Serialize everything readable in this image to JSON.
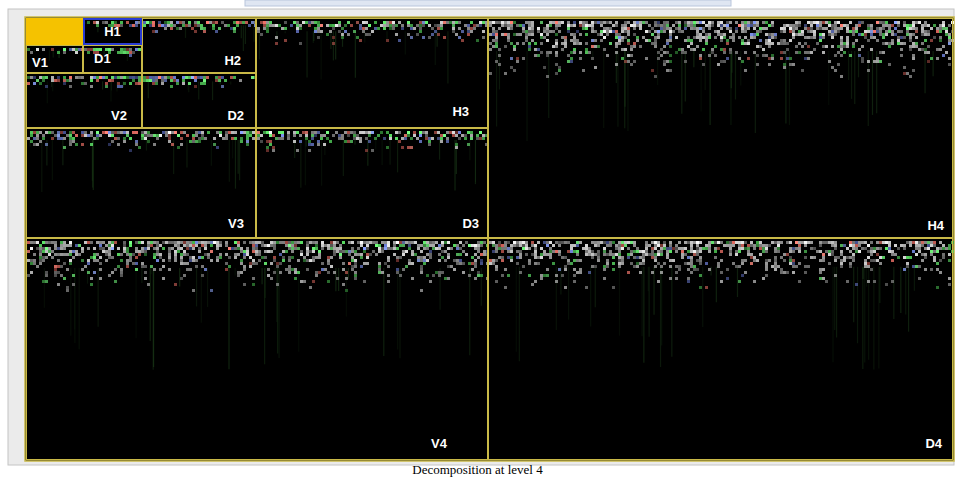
{
  "diagram": {
    "caption": "Decomposition at level 4",
    "nodes": [
      {
        "text": [
          "H1"
        ]
      },
      {
        "text": [
          "V1"
        ]
      },
      {
        "text": [
          "D1"
        ]
      },
      {
        "text": [
          "H2"
        ]
      },
      {
        "text": [
          "V2"
        ]
      },
      {
        "text": [
          "D2"
        ]
      },
      {
        "text": [
          "H3"
        ]
      },
      {
        "text": [
          "V3"
        ]
      },
      {
        "text": [
          "D3"
        ]
      },
      {
        "text": [
          "H4"
        ]
      },
      {
        "text": [
          "V4"
        ]
      },
      {
        "text": [
          "D4"
        ]
      }
    ]
  }
}
